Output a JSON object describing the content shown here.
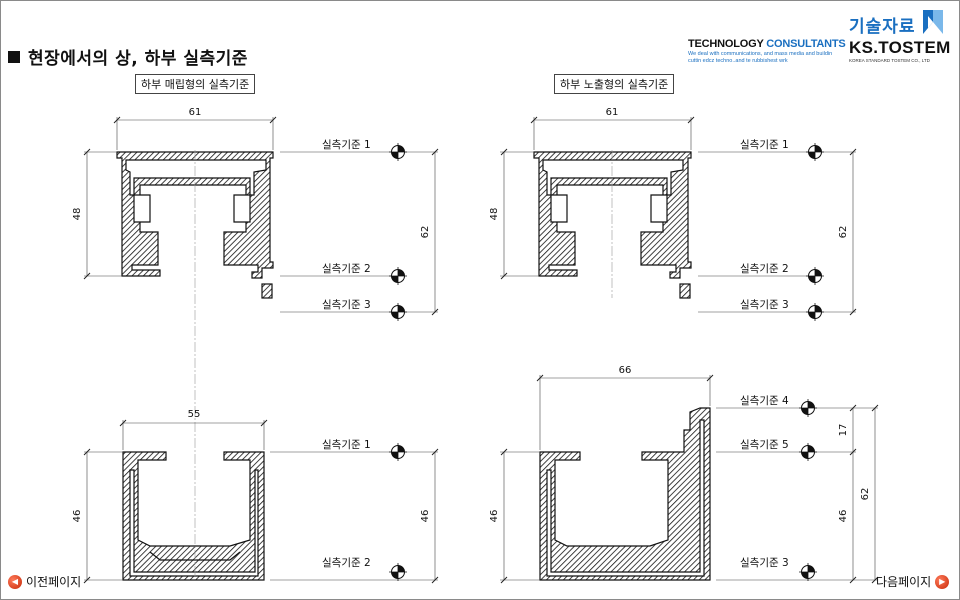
{
  "title": "현장에서의 상, 하부 실측기준",
  "brand": {
    "tc_main_a": "TECHNOLOGY",
    "tc_main_b": "CONSULTANTS",
    "tc_sub_1": "We deal with communications, and mass media and buildin",
    "tc_sub_2": "cuttin edcz techno..and te rubbishest wrk",
    "ko": "기술자료",
    "en": "KS.TOSTEM",
    "sub": "KOREA STANDARD TOSTEM CO., LTD"
  },
  "labels": {
    "left": "하부 매립형의 실측기준",
    "right": "하부 노출형의 실측기준"
  },
  "measure_ref": {
    "r1": "실측기준 1",
    "r2": "실측기준 2",
    "r3": "실측기준 3",
    "r4": "실측기준 4",
    "r5": "실측기준 5"
  },
  "dims": {
    "d61": "61",
    "d48": "48",
    "d62": "62",
    "d55": "55",
    "d46": "46",
    "d66": "66",
    "d17": "17"
  },
  "nav": {
    "prev": "이전페이지",
    "next": "다음페이지"
  },
  "colors": {
    "accent": "#1a6fc0",
    "nav": "#d9381e"
  }
}
